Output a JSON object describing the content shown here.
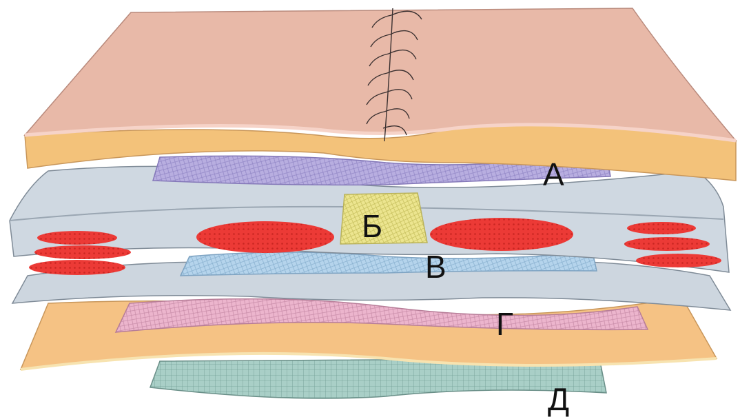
{
  "labels": {
    "a": "А",
    "b": "Б",
    "v": "В",
    "g": "Г",
    "d": "Д"
  },
  "colors": {
    "skin_top": "#e8b9a8",
    "skin_edge_light": "#f6d3c8",
    "subcutaneous_fat": "#f3c27a",
    "purple_mesh": "#b8aee0",
    "gray_fascia": "#cdd6df",
    "gray_fascia_edge": "#aab5c0",
    "yellow_mesh": "#ece58f",
    "muscle_red": "#ec3a36",
    "blue_mesh": "#b5d4ec",
    "pink_mesh": "#ecb5cd",
    "orange_layer": "#f5c284",
    "teal_mesh": "#a9cfc7",
    "outline": "#5a6470"
  },
  "icons": [
    "suture-stitches-icon"
  ]
}
